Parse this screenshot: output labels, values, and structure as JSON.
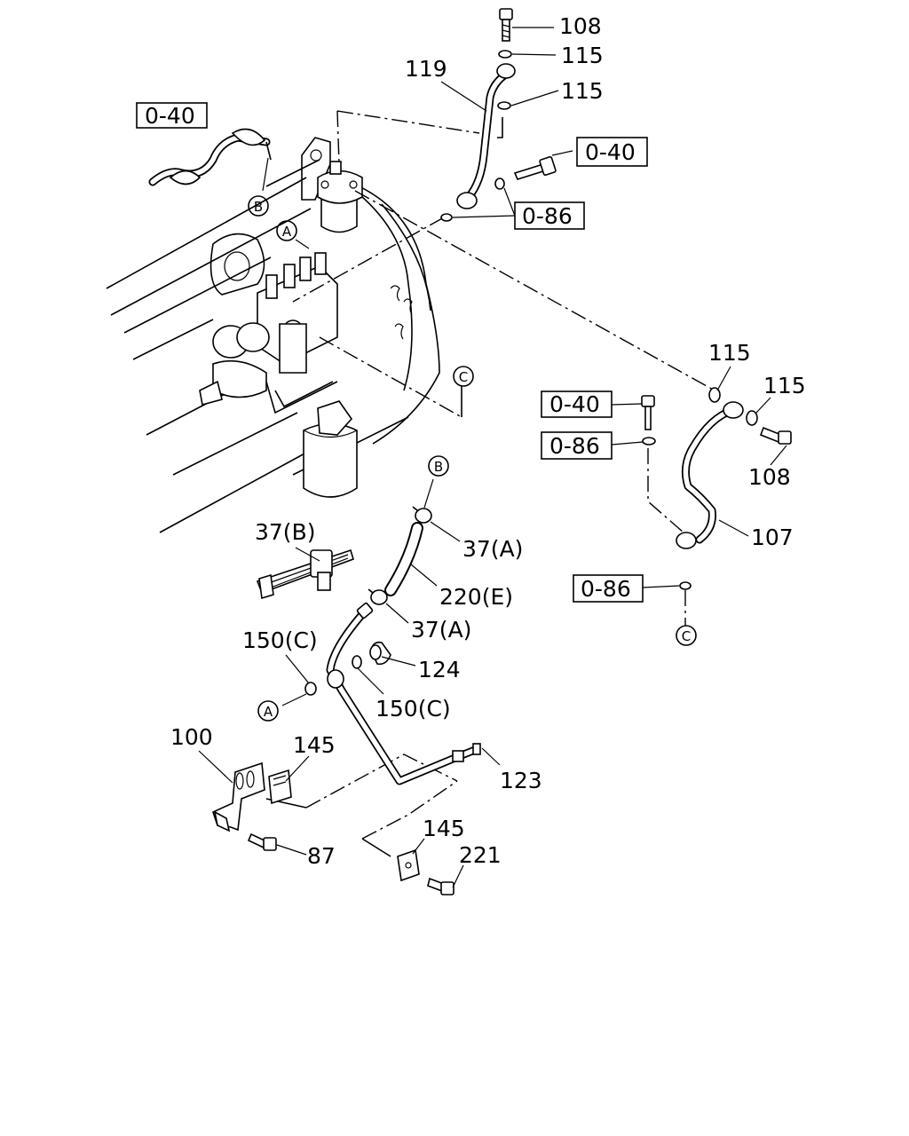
{
  "part_labels": {
    "p108_top": "108",
    "p115_top1": "115",
    "p119": "119",
    "p115_top2": "115",
    "p115_right1": "115",
    "p115_right2": "115",
    "p108_right": "108",
    "p107": "107",
    "p37b": "37(B)",
    "p37a_1": "37(A)",
    "p220e": "220(E)",
    "p37a_2": "37(A)",
    "p150c_1": "150(C)",
    "p124": "124",
    "p150c_2": "150(C)",
    "p100": "100",
    "p145_1": "145",
    "p123": "123",
    "p145_2": "145",
    "p221": "221",
    "p87": "87"
  },
  "group_refs": {
    "ref_040_topleft": "0-40",
    "ref_040_topright": "0-40",
    "ref_086_top": "0-86",
    "ref_040_mid": "0-40",
    "ref_086_mid": "0-86",
    "ref_086_low": "0-86"
  },
  "connector_markers": {
    "marker_b_top": "B",
    "marker_a_top": "A",
    "marker_c_top": "C",
    "marker_b_mid": "B",
    "marker_a_low": "A",
    "marker_c_low": "C"
  }
}
